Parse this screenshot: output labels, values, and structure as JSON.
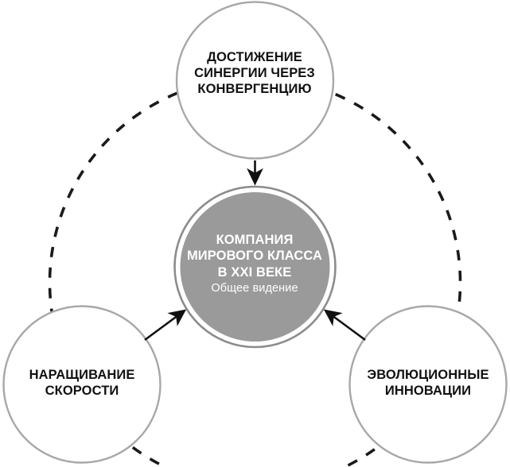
{
  "diagram": {
    "type": "circular-convergence-diagram",
    "colors": {
      "center_fill": "#9a9a9a",
      "center_inner_ring": "#ffffff",
      "center_outer_stroke": "#8c8c8c",
      "outer_circle_stroke": "#a8a8a8",
      "outer_circle_fill": "#ffffff",
      "dashed_arc": "#1a1a1a",
      "arrow": "#111111",
      "outer_text": "#111111",
      "center_text": "#ffffff",
      "background": "#ffffff"
    },
    "center_node": {
      "name": "core-vision",
      "title_lines": [
        "КОМПАНИЯ",
        "МИРОВОГО КЛАССА",
        "В XXI ВЕКЕ"
      ],
      "subtitle": "Общее видение"
    },
    "outer_nodes": [
      {
        "id": "synergy",
        "position": "top",
        "lines": [
          "ДОСТИЖЕНИЕ",
          "СИНЕРГИИ ЧЕРЕЗ",
          "КОНВЕРГЕНЦИЮ"
        ]
      },
      {
        "id": "speed",
        "position": "bottom-left",
        "lines": [
          "НАРАЩИВАНИЕ",
          "СКОРОСТИ"
        ]
      },
      {
        "id": "innovation",
        "position": "bottom-right",
        "lines": [
          "ЭВОЛЮЦИОННЫЕ",
          "ИННОВАЦИИ"
        ]
      }
    ],
    "connectors": [
      {
        "id": "arrow-top-to-center",
        "from": "synergy",
        "to": "core-vision",
        "style": "solid-arrow"
      },
      {
        "id": "arrow-left-to-center",
        "from": "speed",
        "to": "core-vision",
        "style": "solid-arrow"
      },
      {
        "id": "arrow-right-to-center",
        "from": "innovation",
        "to": "core-vision",
        "style": "solid-arrow"
      },
      {
        "id": "dashed-ring",
        "from": "all",
        "to": "all",
        "style": "dashed-circle"
      }
    ]
  }
}
